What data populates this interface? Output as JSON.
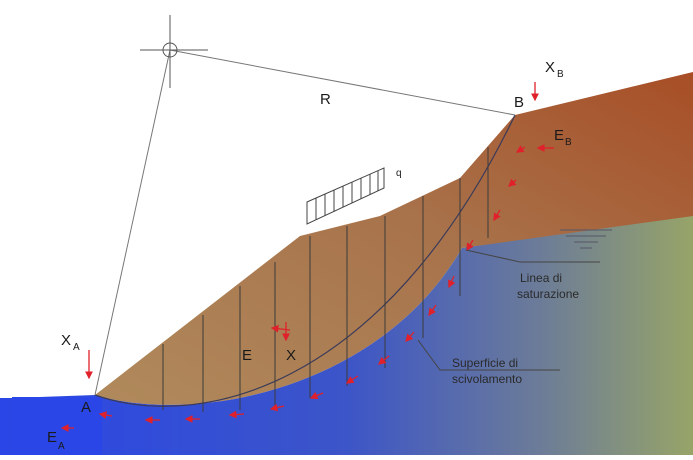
{
  "labels": {
    "R": "R",
    "B": "B",
    "A": "A",
    "XB_main": "X",
    "XB_sub": "B",
    "EB_main": "E",
    "EB_sub": "B",
    "XA_main": "X",
    "XA_sub": "A",
    "EA_main": "E",
    "EA_sub": "A",
    "E": "E",
    "X": "X",
    "q": "q"
  },
  "annotations": {
    "saturation_line_1": "Linea di",
    "saturation_line_2": "saturazione",
    "slip_surface_1": "Superficie di",
    "slip_surface_2": "scivolamento"
  },
  "colors": {
    "soil_light": "#a98256",
    "soil_dark": "#a3552a",
    "water_blue": "#2744e0",
    "water_olive": "#8fa06a",
    "force_arrow": "#e0202a",
    "lines": "#5a5a5a"
  }
}
